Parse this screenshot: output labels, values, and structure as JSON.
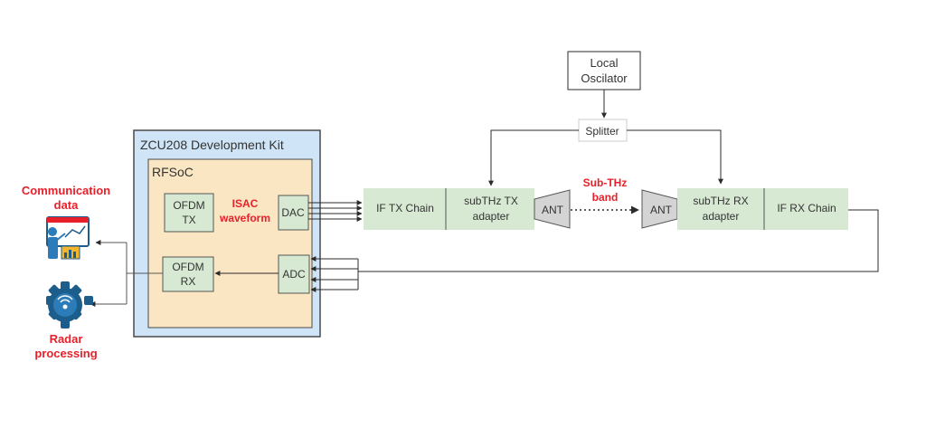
{
  "colors": {
    "kit_fill": "#cfe4f6",
    "kit_stroke": "#4a4a4a",
    "rfsoc_fill": "#fbe6c4",
    "block_fill": "#d7e9d3",
    "ant_fill": "#d4d4d4",
    "accent_red": "#e8202a",
    "line": "#2b2b2b"
  },
  "labels": {
    "kit_title": "ZCU208 Development Kit",
    "rfsoc": "RFSoC",
    "ofdm_tx_1": "OFDM",
    "ofdm_tx_2": "TX",
    "isac_1": "ISAC",
    "isac_2": "waveform",
    "dac": "DAC",
    "ofdm_rx_1": "OFDM",
    "ofdm_rx_2": "RX",
    "adc": "ADC",
    "comm_1": "Communication",
    "comm_2": "data",
    "radar_1": "Radar",
    "radar_2": "processing",
    "lo_1": "Local",
    "lo_2": "Oscilator",
    "splitter": "Splitter",
    "if_tx": "IF TX Chain",
    "thz_tx_1": "subTHz TX",
    "thz_tx_2": "adapter",
    "ant_tx": "ANT",
    "subthz_1": "Sub-THz",
    "subthz_2": "band",
    "ant_rx": "ANT",
    "thz_rx_1": "subTHz RX",
    "thz_rx_2": "adapter",
    "if_rx": "IF RX Chain"
  },
  "icons": {
    "communication": "presenter-chart-icon",
    "radar": "radar-gear-icon"
  }
}
